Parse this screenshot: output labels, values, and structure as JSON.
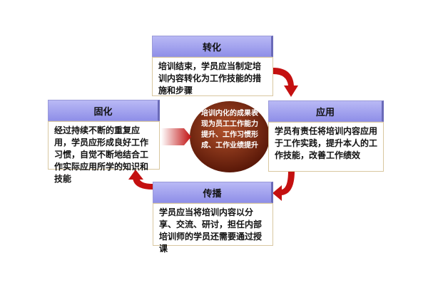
{
  "boxes": {
    "top": {
      "title": "转化",
      "text": "培训结束，学员应当制定培训内容转化为工作技能的措施和步骤"
    },
    "right": {
      "title": "应用",
      "text": "学员有责任将培训内容应用于工作实践，提升本人的工作技能，改善工作绩效"
    },
    "bottom": {
      "title": "传播",
      "text": "学员应当将培训内容以分享、交流、研讨，担任内部培训师的学员还需要通过授课"
    },
    "left": {
      "title": "固化",
      "text": "经过持续不断的重复应用，学员应形成良好工作习惯，自觉不断地结合工作实际应用所学的知识和技能"
    }
  },
  "center": {
    "text": "培训内化的成果表现为员工工作能力提升、工作习惯形成、工作业绩提升"
  },
  "colors": {
    "header": "#a4a4ee",
    "arrow": "#c00000",
    "ellipse": "#7a2a10"
  }
}
